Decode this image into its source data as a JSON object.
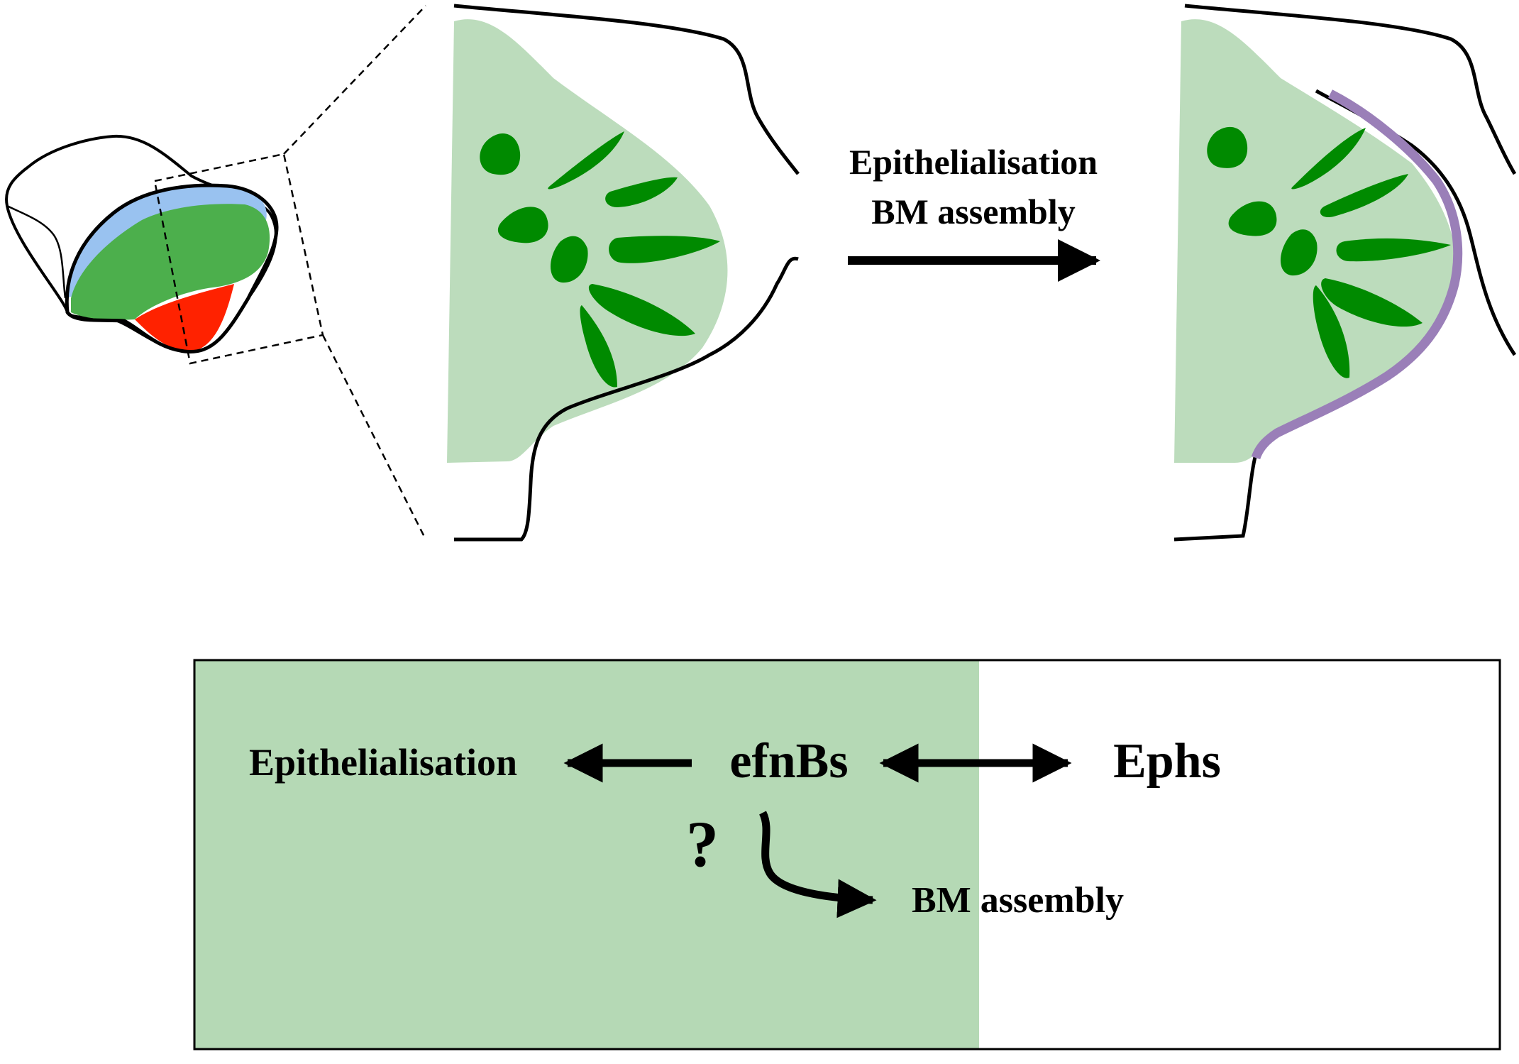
{
  "colors": {
    "outline": "#000000",
    "tissue_light_green": "#bcdcbc",
    "cell_dark_green": "#008a00",
    "region_green": "#4caf4c",
    "region_blue": "#99c2f0",
    "region_red": "#ff2200",
    "basement_membrane": "#9a7fb8",
    "box_green": "#b5d9b5"
  },
  "top": {
    "process_line1": "Epithelialisation",
    "process_line2": "BM assembly"
  },
  "bottom": {
    "left_label": "Epithelialisation",
    "center_label": "efnBs",
    "right_label": "Ephs",
    "question": "?",
    "bm_label": "BM assembly"
  },
  "icons": {
    "process_arrow": "right-arrow",
    "left_arrow": "left-arrow",
    "double_arrow": "double-headed-arrow",
    "curved_arrow": "curved-arrow"
  }
}
